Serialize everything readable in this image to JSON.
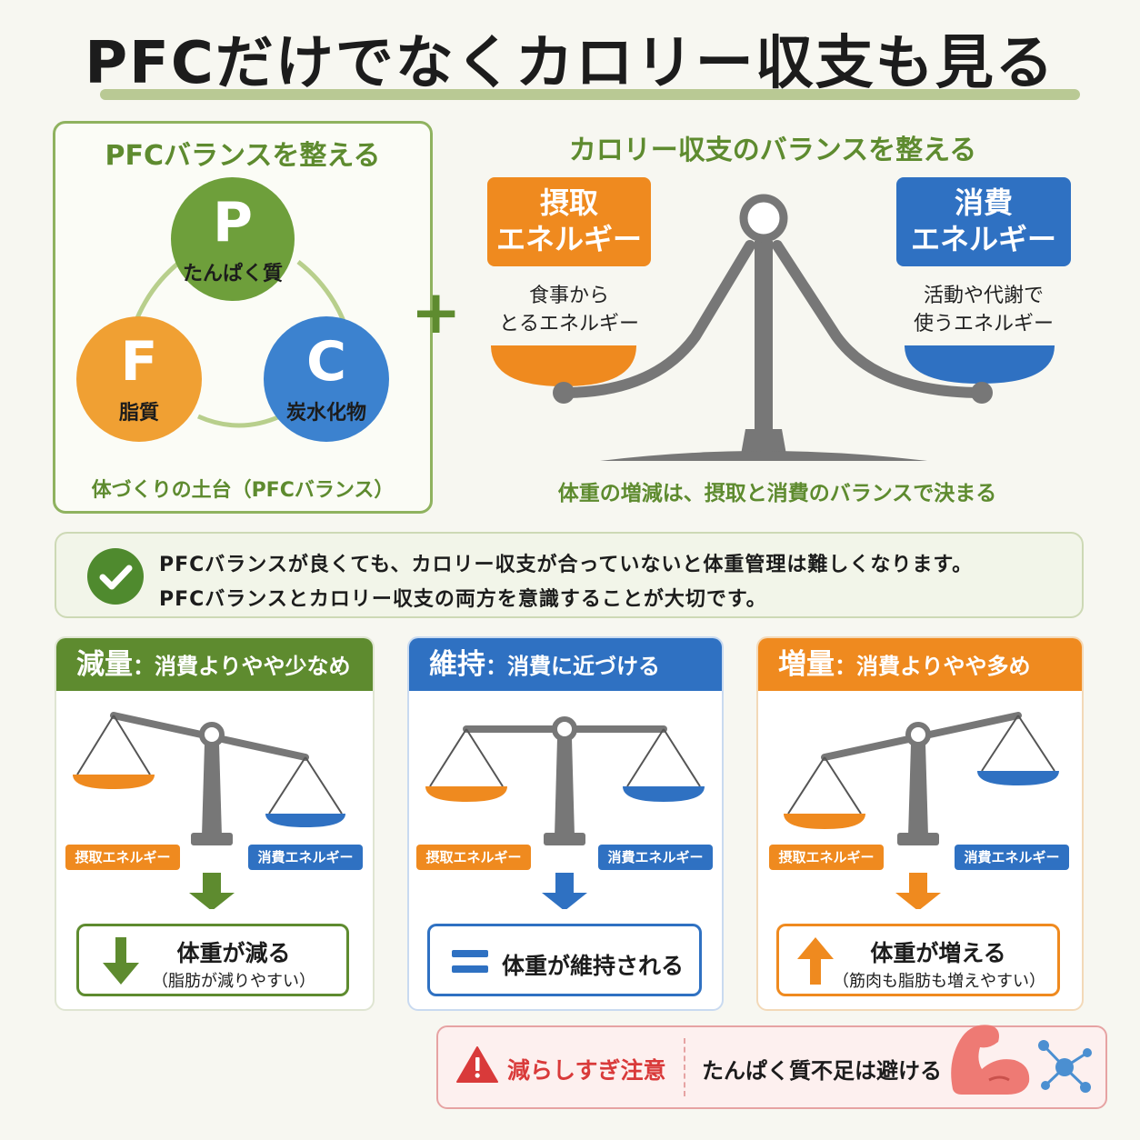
{
  "title": "PFCだけでなくカロリー収支も見る",
  "pfc": {
    "heading": "PFCバランスを整える",
    "p": {
      "letter": "P",
      "label": "たんぱく質",
      "color": "#6e9f3b"
    },
    "f": {
      "letter": "F",
      "label": "脂質",
      "color": "#f0a033"
    },
    "c": {
      "letter": "C",
      "label": "炭水化物",
      "color": "#3c82cf"
    },
    "footer": "体づくりの土台（PFCバランス）"
  },
  "plus": "+",
  "calorie": {
    "heading": "カロリー収支のバランスを整える",
    "intake": {
      "title_1": "摂取",
      "title_2": "エネルギー",
      "desc_1": "食事から",
      "desc_2": "とるエネルギー",
      "color": "#ef8a1f"
    },
    "expend": {
      "title_1": "消費",
      "title_2": "エネルギー",
      "desc_1": "活動や代謝で",
      "desc_2": "使うエネルギー",
      "color": "#2f71c2"
    },
    "footer": "体重の増減は、摂取と消費のバランスで決まる"
  },
  "note": {
    "line1": "PFCバランスが良くても、カロリー収支が合っていないと体重管理は難しくなります。",
    "line2": "PFCバランスとカロリー収支の両方を意識することが大切です。"
  },
  "cards": [
    {
      "title": "減量",
      "subtitle": "：消費よりやや少なめ",
      "intake_label": "摂取エネルギー",
      "expend_label": "消費エネルギー",
      "result": "体重が減る",
      "result_sub": "（脂肪が減りやすい）",
      "color": "#5e8b2f"
    },
    {
      "title": "維持",
      "subtitle": "：消費に近づける",
      "intake_label": "摂取エネルギー",
      "expend_label": "消費エネルギー",
      "result": "体重が維持される",
      "result_sub": "",
      "color": "#2f71c2"
    },
    {
      "title": "増量",
      "subtitle": "：消費よりやや多め",
      "intake_label": "摂取エネルギー",
      "expend_label": "消費エネルギー",
      "result": "体重が増える",
      "result_sub": "（筋肉も脂肪も増えやすい）",
      "color": "#ef8a1f"
    }
  ],
  "warning": {
    "title": "減らしすぎ注意",
    "text": "たんぱく質不足は避ける"
  }
}
